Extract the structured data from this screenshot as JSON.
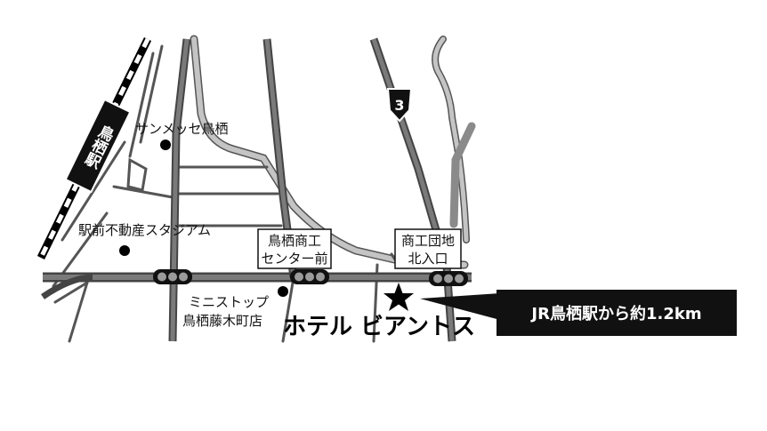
{
  "station": {
    "name": "鳥栖駅"
  },
  "landmarks": {
    "sunmesse": "サンメッセ鳥栖",
    "stadium": "駅前不動産スタジアム",
    "ministop_line1": "ミニストップ",
    "ministop_line2": "鳥栖藤木町店"
  },
  "intersections": {
    "center_line1": "鳥栖商工",
    "center_line2": "センター前",
    "danchi_line1": "商工団地",
    "danchi_line2": "北入口"
  },
  "route_badge": "3",
  "hotel": {
    "name": "ホテル ビアントス"
  },
  "callout": {
    "text": "JR鳥栖駅から約1.2km"
  },
  "colors": {
    "road": "#505050",
    "road_light": "#a8a8a8",
    "callout_bg": "#111111",
    "signal_light": "#9a9a9a"
  }
}
